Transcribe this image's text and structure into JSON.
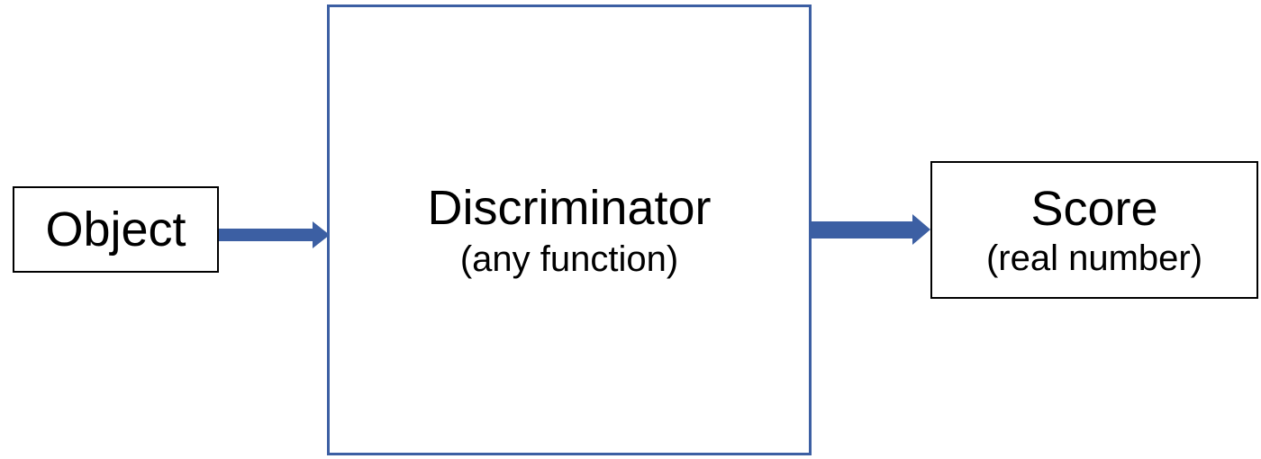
{
  "diagram": {
    "input": {
      "label": "Object"
    },
    "process": {
      "label": "Discriminator",
      "sublabel": "(any function)"
    },
    "output": {
      "label": "Score",
      "sublabel": "(real number)"
    },
    "colors": {
      "process_border": "#3c5fa3",
      "arrow": "#3c5fa3",
      "box_border": "#000000",
      "text": "#000000"
    }
  }
}
